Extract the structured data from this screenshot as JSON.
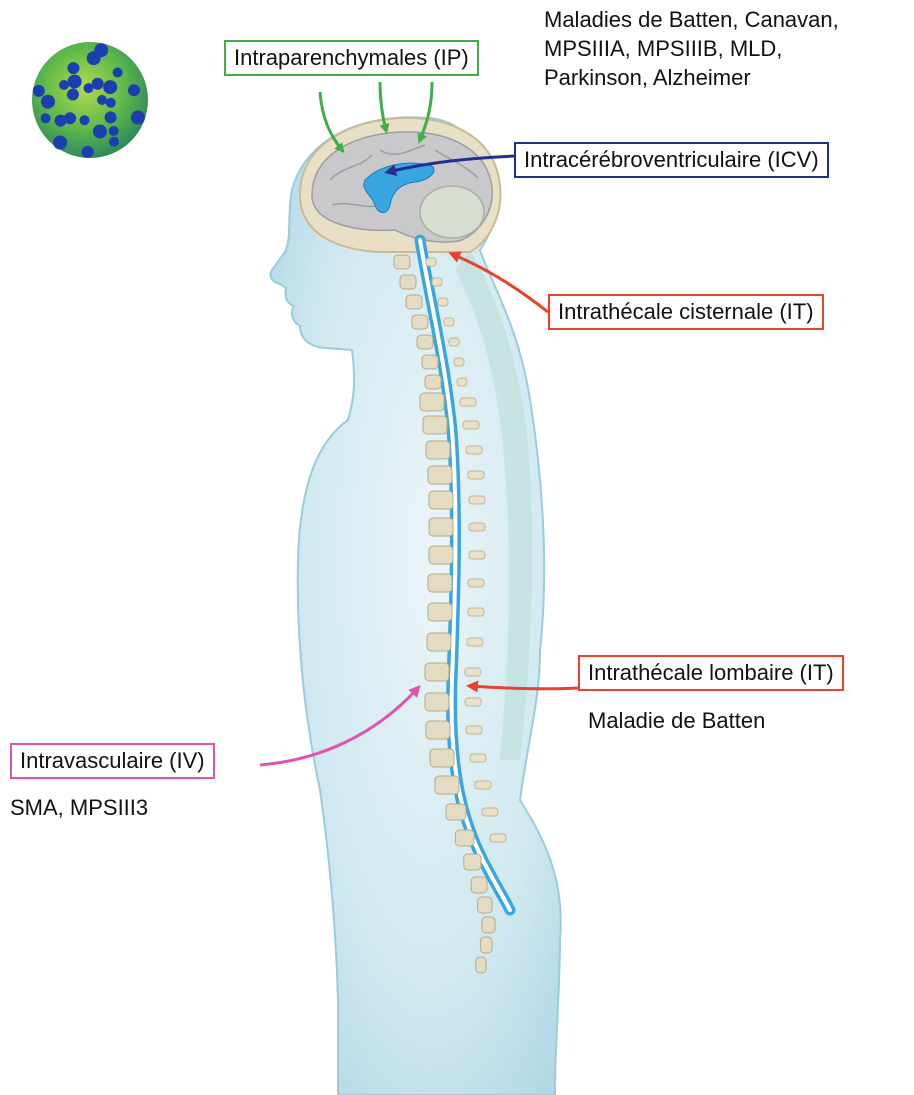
{
  "routes": {
    "ip": {
      "label": "Intraparenchymales (IP)",
      "color": "#3fae49",
      "diseases": [
        "Maladies de Batten, Canavan,",
        "MPSIIIA, MPSIIIB, MLD,",
        "Parkinson, Alzheimer"
      ]
    },
    "icv": {
      "label": "Intracérébroventriculaire (ICV)",
      "color": "#232f8e"
    },
    "it_cisternal": {
      "label": "Intrathécale cisternale (IT)",
      "color": "#e8412c"
    },
    "it_lumbar": {
      "label": "Intrathécale lombaire (IT)",
      "color": "#e8412c",
      "diseases": "Maladie de Batten"
    },
    "iv": {
      "label": "Intravasculaire (IV)",
      "color": "#e052b0",
      "diseases": "SMA, MPSIII3"
    }
  },
  "colors": {
    "body_fill": "#cfe8f0",
    "csf_blue": "#3aa6e0",
    "bone": "#e3dcc2",
    "brain_gray": "#c9c9cc",
    "virus_green": "#5cb84a",
    "virus_blue": "#1c3fb0"
  },
  "icons": [
    "virus-capsid-icon"
  ]
}
